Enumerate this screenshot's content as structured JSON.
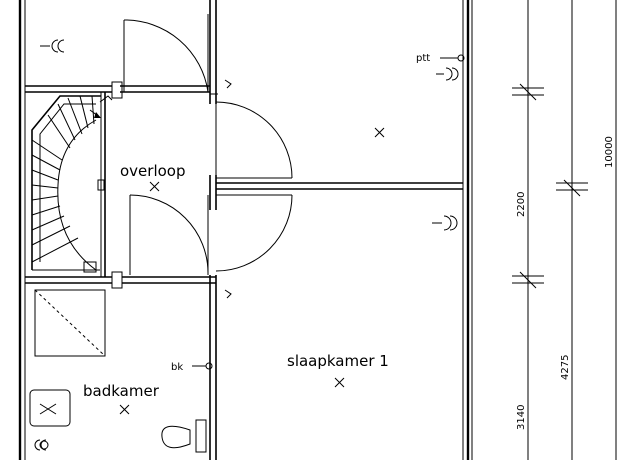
{
  "rooms": {
    "overloop": "overloop",
    "slaapkamer": "slaapkamer 1",
    "badkamer": "badkamer"
  },
  "symbols": {
    "ptt": "ptt",
    "bk": "bk"
  },
  "dimensions": {
    "d2200": "2200",
    "d10000": "10000",
    "d4275": "4275",
    "d3140": "3140"
  }
}
